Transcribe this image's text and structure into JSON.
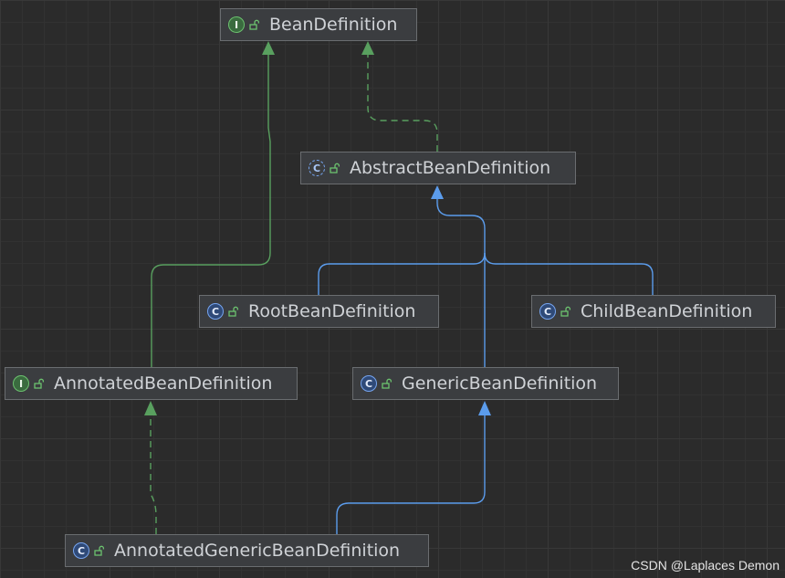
{
  "nodes": {
    "bean_definition": {
      "label": "BeanDefinition",
      "kind": "I",
      "icon": "interface-icon"
    },
    "abstract_bean_definition": {
      "label": "AbstractBeanDefinition",
      "kind": "C",
      "icon": "abstract-class-icon"
    },
    "root_bean_definition": {
      "label": "RootBeanDefinition",
      "kind": "C",
      "icon": "class-icon"
    },
    "child_bean_definition": {
      "label": "ChildBeanDefinition",
      "kind": "C",
      "icon": "class-icon"
    },
    "annotated_bean_definition": {
      "label": "AnnotatedBeanDefinition",
      "kind": "I",
      "icon": "interface-icon"
    },
    "generic_bean_definition": {
      "label": "GenericBeanDefinition",
      "kind": "C",
      "icon": "class-icon"
    },
    "annotated_generic_bean_definition": {
      "label": "AnnotatedGenericBeanDefinition",
      "kind": "C",
      "icon": "class-icon"
    }
  },
  "edges": [
    {
      "from": "abstract_bean_definition",
      "to": "bean_definition",
      "type": "implements"
    },
    {
      "from": "root_bean_definition",
      "to": "abstract_bean_definition",
      "type": "extends"
    },
    {
      "from": "child_bean_definition",
      "to": "abstract_bean_definition",
      "type": "extends"
    },
    {
      "from": "generic_bean_definition",
      "to": "abstract_bean_definition",
      "type": "extends"
    },
    {
      "from": "annotated_bean_definition",
      "to": "bean_definition",
      "type": "extends-interface"
    },
    {
      "from": "annotated_generic_bean_definition",
      "to": "annotated_bean_definition",
      "type": "implements"
    },
    {
      "from": "annotated_generic_bean_definition",
      "to": "generic_bean_definition",
      "type": "extends"
    }
  ],
  "colors": {
    "interface_edge": "#59a05f",
    "class_edge": "#5b9cec",
    "background": "#2b2b2b",
    "node_fill": "#3b3d40",
    "node_border": "#6a6d70",
    "lock_icon": "#6cc26f"
  },
  "watermark": "CSDN @Laplaces Demon"
}
